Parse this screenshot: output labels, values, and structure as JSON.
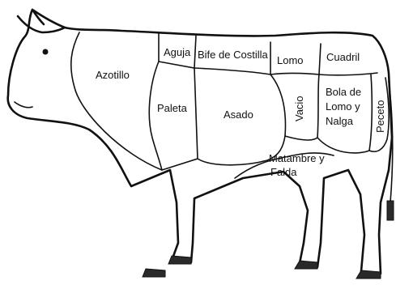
{
  "diagram": {
    "cuts": {
      "azotillo": "Azotillo",
      "aguja": "Aguja",
      "bife_de_costilla": "Bife de Costilla",
      "lomo": "Lomo",
      "cuadril": "Cuadril",
      "paleta": "Paleta",
      "asado": "Asado",
      "vacio": "Vacio",
      "bola_de_lomo_y_nalga_line1": "Bola de",
      "bola_de_lomo_y_nalga_line2": "Lomo y",
      "bola_de_lomo_y_nalga_line3": "Nalga",
      "peceto": "Peceto",
      "matambre_y_falda_line1": "Matambre y",
      "matambre_y_falda_line2": "Falda"
    }
  }
}
